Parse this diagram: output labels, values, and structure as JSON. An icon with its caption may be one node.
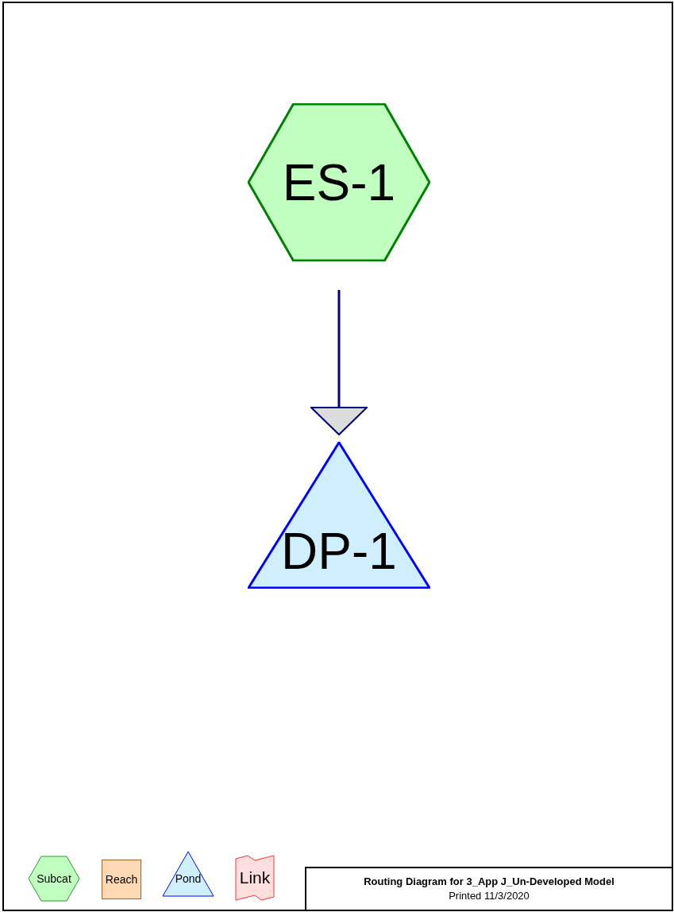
{
  "diagram": {
    "title": "Routing Diagram for 3_App J_Un-Developed Model",
    "nodes": [
      {
        "text": [
          "ES-1"
        ]
      },
      {
        "text": [
          "DP-1"
        ]
      }
    ],
    "edges": [
      {
        "from": 0,
        "to": 1,
        "arrow": "to"
      }
    ],
    "labels": [
      "Printed 11/3/2020"
    ],
    "legend": [
      {
        "text": "Subcat"
      },
      {
        "text": "Reach"
      },
      {
        "text": "Pond"
      },
      {
        "text": "Link"
      }
    ]
  }
}
